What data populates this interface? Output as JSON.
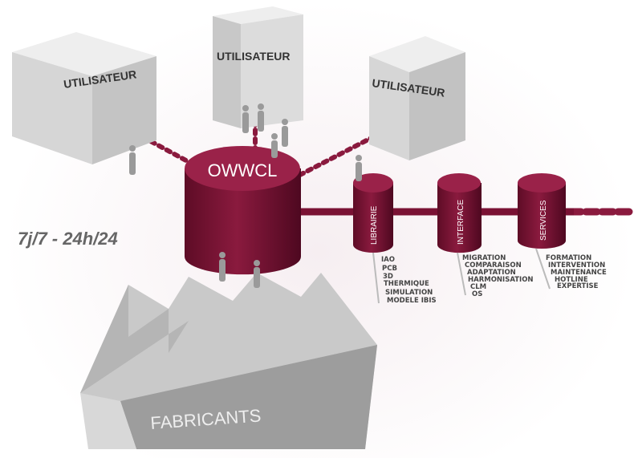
{
  "users": [
    "UTILISATEUR",
    "UTILISATEUR",
    "UTILISATEUR"
  ],
  "hub": "OWWCL",
  "availability": "7j/7 - 24h/24",
  "modules": [
    {
      "label": "LIBRAIRIE",
      "items": [
        "IAO",
        "PCB",
        "3D",
        "THERMIQUE",
        "SIMULATION",
        "MODELE IBIS"
      ]
    },
    {
      "label": "INTERFACE",
      "items": [
        "MIGRATION",
        "COMPARAISON",
        "ADAPTATION",
        "HARMONISATION",
        "CLM",
        "OS"
      ]
    },
    {
      "label": "SERVICES",
      "items": [
        "FORMATION",
        "INTERVENTION",
        "MAINTENANCE",
        "HOTLINE",
        "EXPERTISE"
      ]
    }
  ],
  "factory": "FABRICANTS",
  "colors": {
    "accent": "#7a1234",
    "box": "#d9d9d9"
  }
}
